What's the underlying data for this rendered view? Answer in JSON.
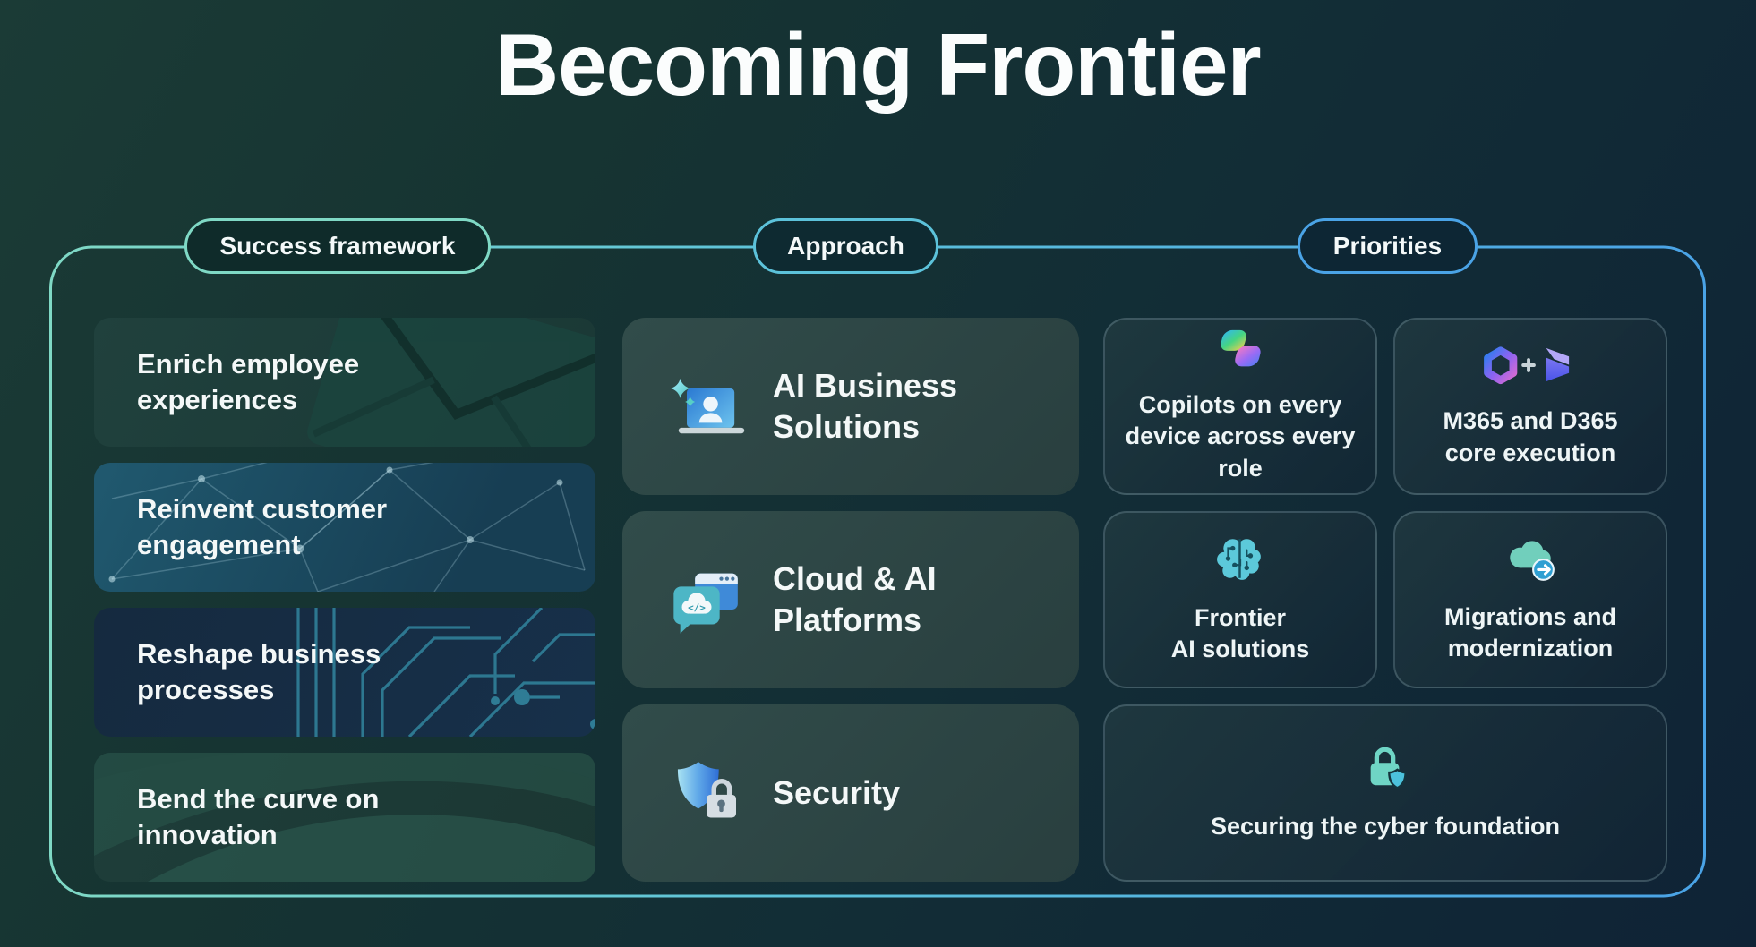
{
  "title": "Becoming Frontier",
  "colors": {
    "background_teal": "#1B3B36",
    "background_navy": "#0F2336",
    "accent_teal": "#7FD9C5",
    "accent_mid": "#5CC2DA",
    "accent_blue": "#4AA3E6",
    "card_grey_teal": "#2E4947",
    "text": "#F4F8F8"
  },
  "columns": {
    "success_framework": {
      "label": "Success framework",
      "items": [
        {
          "label": "Enrich employee\nexperiences",
          "art": "envelope-art"
        },
        {
          "label": "Reinvent customer\nengagement",
          "art": "network-art"
        },
        {
          "label": "Reshape business\nprocesses",
          "art": "circuit-art"
        },
        {
          "label": "Bend the curve on\ninnovation",
          "art": "swoosh-art"
        }
      ]
    },
    "approach": {
      "label": "Approach",
      "items": [
        {
          "label": "AI Business\nSolutions",
          "icon": "ai-business-solutions-icon"
        },
        {
          "label": "Cloud & AI\nPlatforms",
          "icon": "cloud-ai-platforms-icon"
        },
        {
          "label": "Security",
          "icon": "security-shield-lock-icon"
        }
      ]
    },
    "priorities": {
      "label": "Priorities",
      "items": [
        {
          "label": "Copilots on every\ndevice across every role",
          "icon": "copilot-icon"
        },
        {
          "label": "M365 and D365\ncore execution",
          "icon": "m365-plus-d365-icon"
        },
        {
          "label": "Frontier\nAI solutions",
          "icon": "ai-brain-icon"
        },
        {
          "label": "Migrations and\nmodernization",
          "icon": "cloud-migration-icon"
        },
        {
          "label": "Securing the cyber foundation",
          "icon": "lock-shield-icon"
        }
      ]
    }
  }
}
